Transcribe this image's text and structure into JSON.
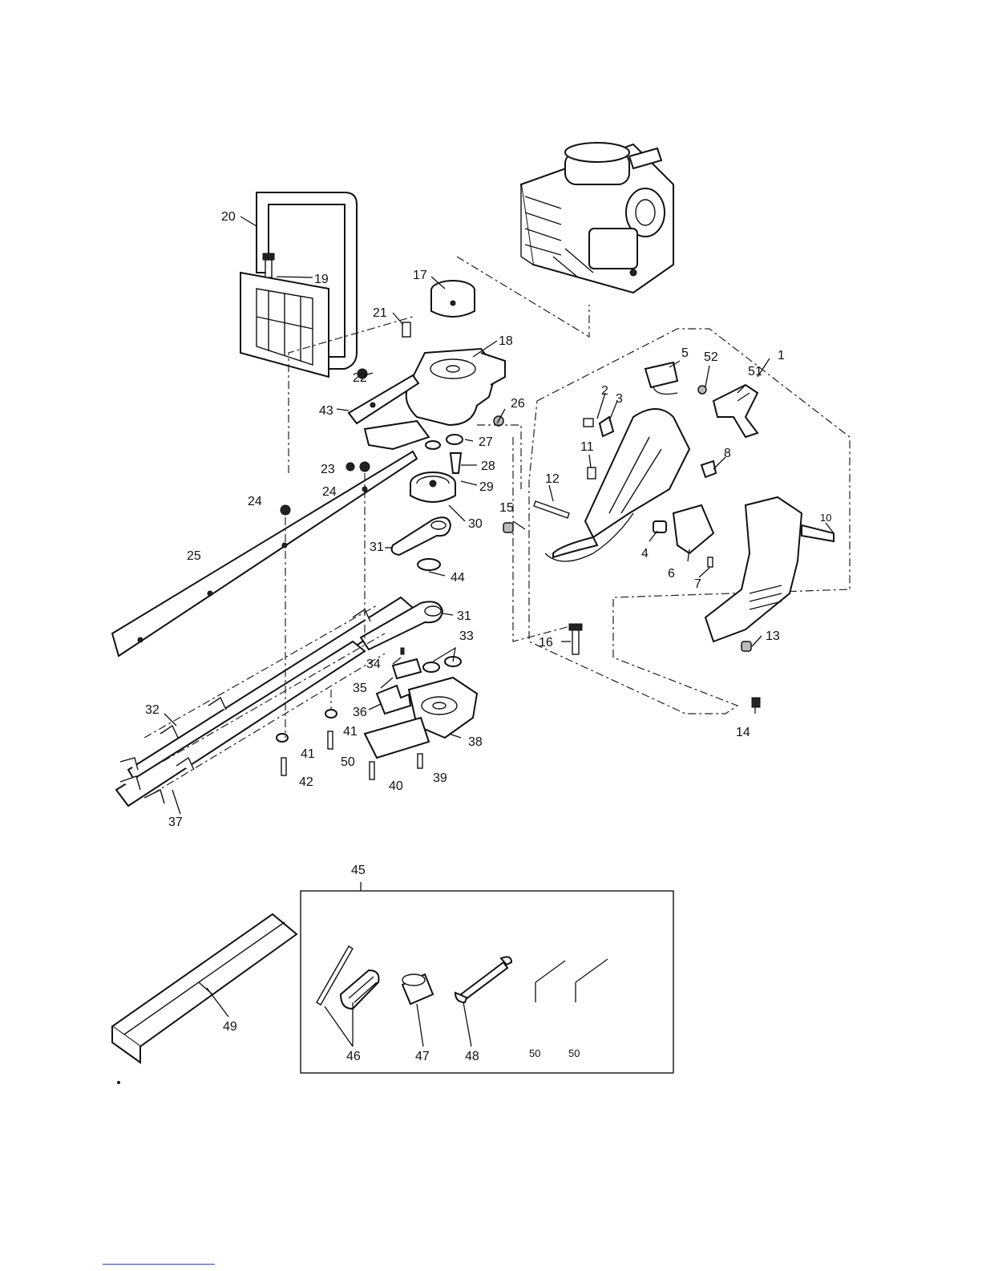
{
  "callouts": {
    "c1": "1",
    "c2": "2",
    "c3": "3",
    "c4": "4",
    "c5": "5",
    "c6": "6",
    "c7": "7",
    "c8": "8",
    "c10": "10",
    "c11": "11",
    "c12": "12",
    "c13": "13",
    "c14": "14",
    "c15": "15",
    "c16": "16",
    "c17": "17",
    "c18": "18",
    "c19": "19",
    "c20": "20",
    "c21": "21",
    "c22": "22",
    "c23": "23",
    "c24a": "24",
    "c24b": "24",
    "c25": "25",
    "c26": "26",
    "c27": "27",
    "c28": "28",
    "c29": "29",
    "c30": "30",
    "c31a": "31",
    "c31b": "31",
    "c32": "32",
    "c33": "33",
    "c34": "34",
    "c35": "35",
    "c36": "36",
    "c37": "37",
    "c38": "38",
    "c39": "39",
    "c40": "40",
    "c41a": "41",
    "c41b": "41",
    "c42": "42",
    "c43": "43",
    "c44": "44",
    "c45": "45",
    "c46": "46",
    "c47": "47",
    "c48": "48",
    "c49": "49",
    "c50a": "50",
    "c50b": "50",
    "c50c": "50",
    "c51": "51",
    "c52": "52"
  }
}
